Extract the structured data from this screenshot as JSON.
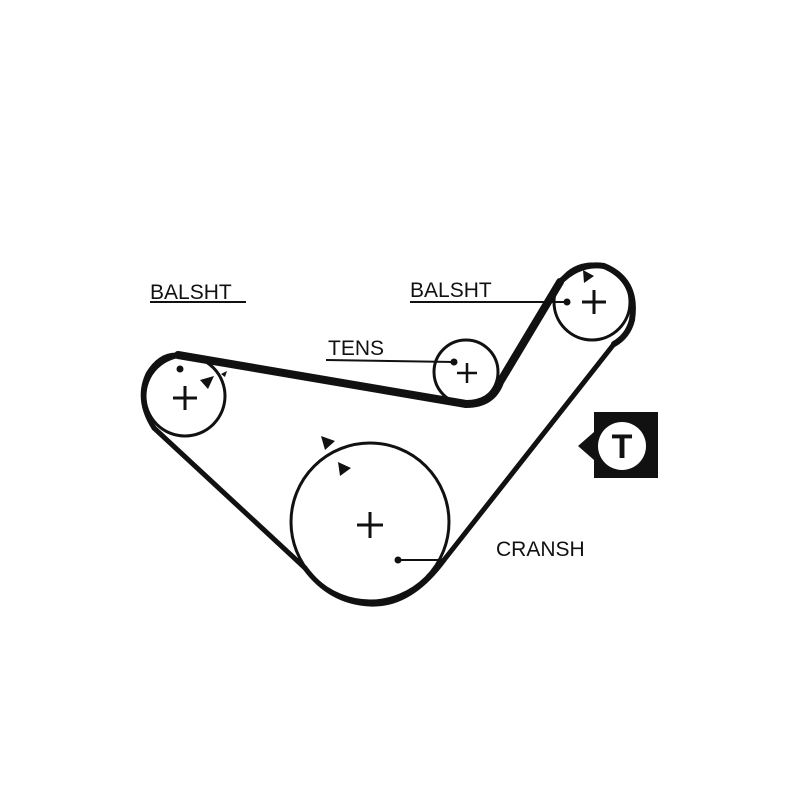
{
  "labels": {
    "balance_shaft_left": "BALSHT",
    "balance_shaft_right": "BALSHT",
    "tensioner": "TENS",
    "crankshaft": "CRANSH"
  },
  "badge": {
    "text": "T"
  },
  "colors": {
    "ink": "#111111",
    "background": "#ffffff"
  }
}
